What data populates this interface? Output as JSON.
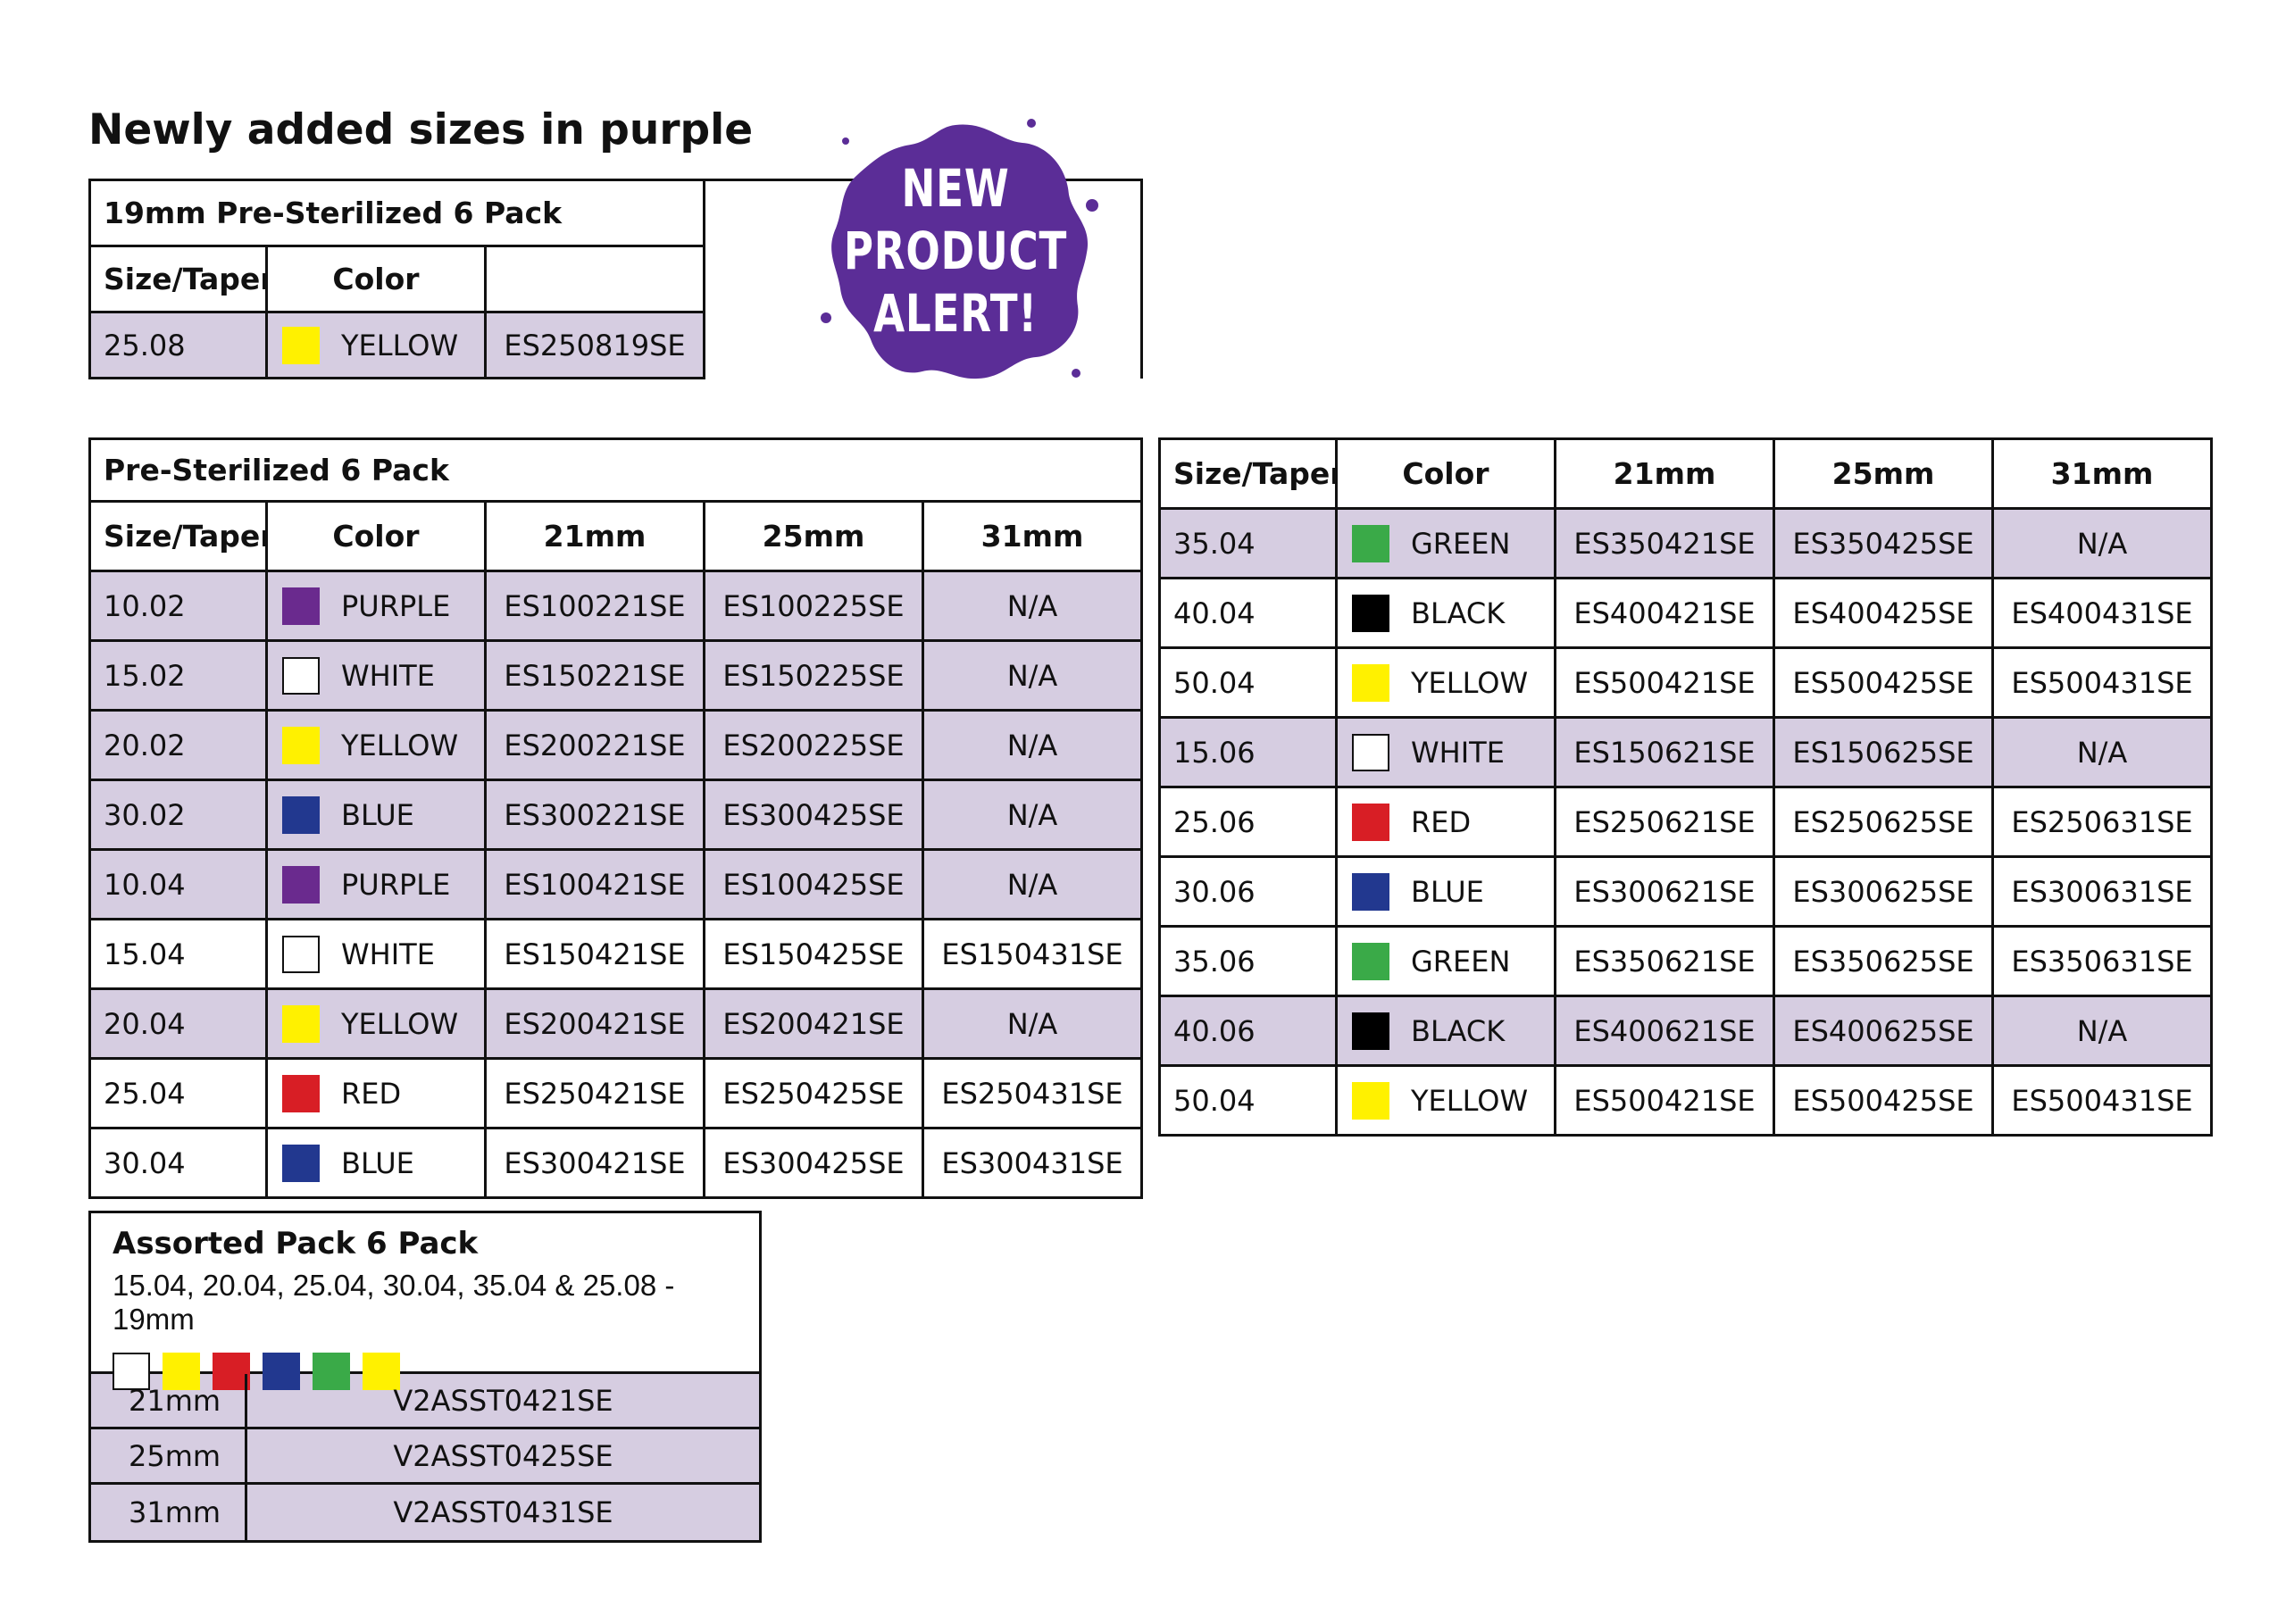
{
  "page_title": "Newly added sizes in purple",
  "badge": {
    "line1": "NEW",
    "line2": "PRODUCT",
    "line3": "ALERT!",
    "color": "#5b2d97"
  },
  "colors": {
    "PURPLE": "#6a2a8e",
    "WHITE": "#ffffff",
    "YELLOW": "#fff100",
    "BLUE": "#22388f",
    "RED": "#d81e25",
    "GREEN": "#3aaa48",
    "BLACK": "#000000",
    "row_highlight": "#d6cde1"
  },
  "pack19": {
    "title": "19mm  Pre-Sterilized  6 Pack",
    "headers": [
      "Size/Taper",
      "Color"
    ],
    "row": {
      "size": "25.08",
      "color": "YELLOW",
      "code": "ES250819SE"
    }
  },
  "presterilized": {
    "title": "Pre-Sterilized  6 Pack",
    "headers": [
      "Size/Taper",
      "Color",
      "21mm",
      "25mm",
      "31mm"
    ],
    "left_rows": [
      {
        "size": "10.02",
        "color": "PURPLE",
        "c21": "ES100221SE",
        "c25": "ES100225SE",
        "c31": "N/A",
        "new": true
      },
      {
        "size": "15.02",
        "color": "WHITE",
        "c21": "ES150221SE",
        "c25": "ES150225SE",
        "c31": "N/A",
        "new": true
      },
      {
        "size": "20.02",
        "color": "YELLOW",
        "c21": "ES200221SE",
        "c25": "ES200225SE",
        "c31": "N/A",
        "new": true
      },
      {
        "size": "30.02",
        "color": "BLUE",
        "c21": "ES300221SE",
        "c25": "ES300425SE",
        "c31": "N/A",
        "new": true
      },
      {
        "size": "10.04",
        "color": "PURPLE",
        "c21": "ES100421SE",
        "c25": "ES100425SE",
        "c31": "N/A",
        "new": true
      },
      {
        "size": "15.04",
        "color": "WHITE",
        "c21": "ES150421SE",
        "c25": "ES150425SE",
        "c31": "ES150431SE",
        "new": false
      },
      {
        "size": "20.04",
        "color": "YELLOW",
        "c21": "ES200421SE",
        "c25": "ES200421SE",
        "c31": "N/A",
        "new": true
      },
      {
        "size": "25.04",
        "color": "RED",
        "c21": "ES250421SE",
        "c25": "ES250425SE",
        "c31": "ES250431SE",
        "new": false
      },
      {
        "size": "30.04",
        "color": "BLUE",
        "c21": "ES300421SE",
        "c25": "ES300425SE",
        "c31": "ES300431SE",
        "new": false
      }
    ],
    "right_rows": [
      {
        "size": "35.04",
        "color": "GREEN",
        "c21": "ES350421SE",
        "c25": "ES350425SE",
        "c31": "N/A",
        "new": true
      },
      {
        "size": "40.04",
        "color": "BLACK",
        "c21": "ES400421SE",
        "c25": "ES400425SE",
        "c31": "ES400431SE",
        "new": false
      },
      {
        "size": "50.04",
        "color": "YELLOW",
        "c21": "ES500421SE",
        "c25": "ES500425SE",
        "c31": "ES500431SE",
        "new": false
      },
      {
        "size": "15.06",
        "color": "WHITE",
        "c21": "ES150621SE",
        "c25": "ES150625SE",
        "c31": "N/A",
        "new": true
      },
      {
        "size": "25.06",
        "color": "RED",
        "c21": "ES250621SE",
        "c25": "ES250625SE",
        "c31": "ES250631SE",
        "new": false
      },
      {
        "size": "30.06",
        "color": "BLUE",
        "c21": "ES300621SE",
        "c25": "ES300625SE",
        "c31": "ES300631SE",
        "new": false
      },
      {
        "size": "35.06",
        "color": "GREEN",
        "c21": "ES350621SE",
        "c25": "ES350625SE",
        "c31": "ES350631SE",
        "new": false
      },
      {
        "size": "40.06",
        "color": "BLACK",
        "c21": "ES400621SE",
        "c25": "ES400625SE",
        "c31": "N/A",
        "new": true
      },
      {
        "size": "50.04",
        "color": "YELLOW",
        "c21": "ES500421SE",
        "c25": "ES500425SE",
        "c31": "ES500431SE",
        "new": false
      }
    ]
  },
  "assorted": {
    "title": "Assorted Pack  6 Pack",
    "sizes": "15.04, 20.04, 25.04, 30.04, 35.04 & 25.08 - 19mm",
    "swatches": [
      "WHITE",
      "YELLOW",
      "RED",
      "BLUE",
      "GREEN",
      "YELLOW"
    ],
    "rows": [
      {
        "length": "21mm",
        "code": "V2ASST0421SE"
      },
      {
        "length": "25mm",
        "code": "V2ASST0425SE"
      },
      {
        "length": "31mm",
        "code": "V2ASST0431SE"
      }
    ]
  }
}
